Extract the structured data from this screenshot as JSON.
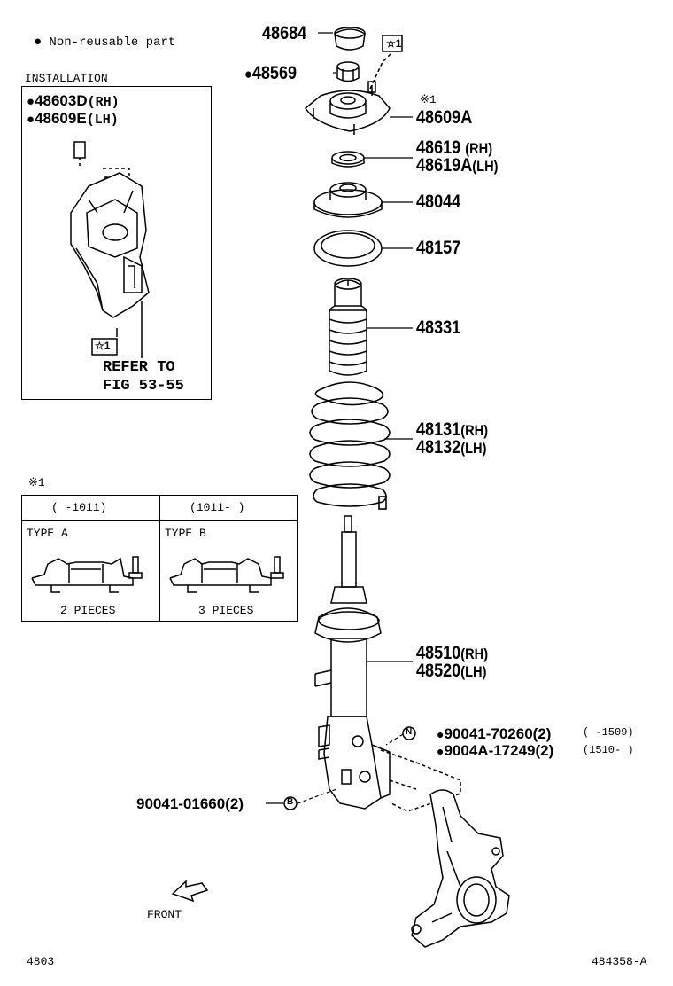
{
  "legend": {
    "symbol": "●",
    "text": "Non-reusable part"
  },
  "installation": {
    "title": "INSTALLATION",
    "part_rh": "48603D",
    "suffix_rh": "(RH)",
    "part_lh": "48609E",
    "suffix_lh": "(LH)",
    "tag": "☆1",
    "refer_line1": "REFER TO",
    "refer_line2": "FIG 53-55"
  },
  "note1": {
    "mark": "※1",
    "col1_header": "(     -1011)",
    "col2_header": "(1011-     )",
    "col1_type": "TYPE A",
    "col2_type": "TYPE B",
    "col1_qty": "2 PIECES",
    "col2_qty": "3 PIECES"
  },
  "parts": {
    "p48684": "48684",
    "p48569": "48569",
    "tag_top": "☆1",
    "mark_top": "※1",
    "p48609A": "48609A",
    "p48619": "48619",
    "p48619_s": "(RH)",
    "p48619A": "48619A",
    "p48619A_s": "(LH)",
    "p48044": "48044",
    "p48157": "48157",
    "p48331": "48331",
    "p48131": "48131",
    "p48131_s": "(RH)",
    "p48132": "48132",
    "p48132_s": "(LH)",
    "p48510": "48510",
    "p48510_s": "(RH)",
    "p48520": "48520",
    "p48520_s": "(LH)",
    "bolt1_tag": "N",
    "bolt1": "90041-70260(2)",
    "bolt1_date": "(       -1509)",
    "bolt2": "9004A-17249(2)",
    "bolt2_date": "(1510-      )",
    "bolt3": "90041-01660(2)",
    "bolt3_tag": "B",
    "front": "FRONT"
  },
  "footer": {
    "left": "4803",
    "right": "484358-A"
  }
}
